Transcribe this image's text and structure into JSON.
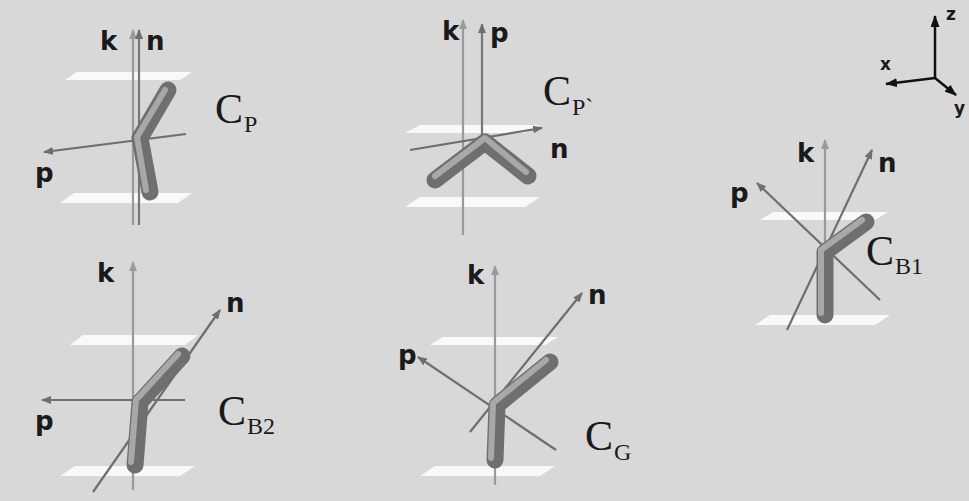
{
  "diagram": {
    "labels": [
      "k",
      "n",
      "p",
      "C",
      "P",
      "k",
      "p",
      "C",
      "P`",
      "n",
      "z",
      "x",
      "y",
      "k",
      "p",
      "n",
      "C",
      "B1",
      "k",
      "n",
      "p",
      "C",
      "B2",
      "k",
      "n",
      "p",
      "C",
      "G"
    ]
  }
}
